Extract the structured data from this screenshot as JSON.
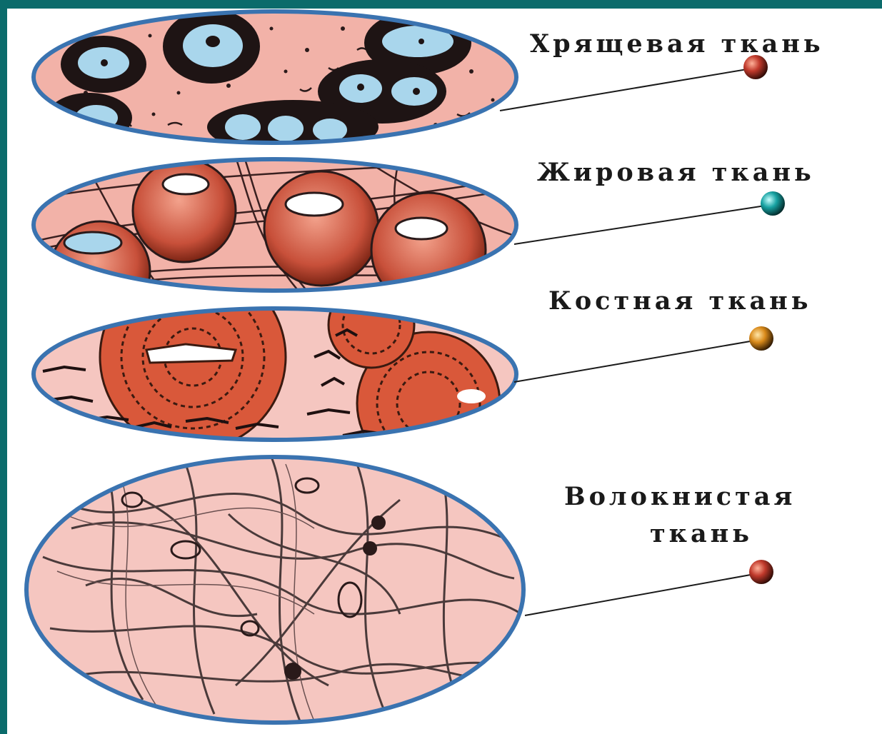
{
  "colors": {
    "slide_border": "#0b6b6b",
    "background": "#ffffff",
    "circle_outline": "#3a73b0",
    "tissue_pink": "#f2b2a8",
    "tissue_light_pink": "#f5c6c0",
    "ink": "#1a1a1a",
    "cartilage_cell": "#9fd0e8",
    "fat_cell": "#c8503a",
    "bone_red": "#d9583a"
  },
  "tissues": [
    {
      "label": "Хрящевая ткань",
      "marker_icon": "bead-red-icon",
      "marker_color": "#c0392b"
    },
    {
      "label": "Жировая ткань",
      "marker_icon": "bead-teal-icon",
      "marker_color": "#17a2a2"
    },
    {
      "label": "Костная ткань",
      "marker_icon": "bead-orange-icon",
      "marker_color": "#d98a1a"
    },
    {
      "label_line1": "Волокнистая",
      "label_line2": "ткань",
      "marker_icon": "bead-red-icon",
      "marker_color": "#c0392b"
    }
  ]
}
